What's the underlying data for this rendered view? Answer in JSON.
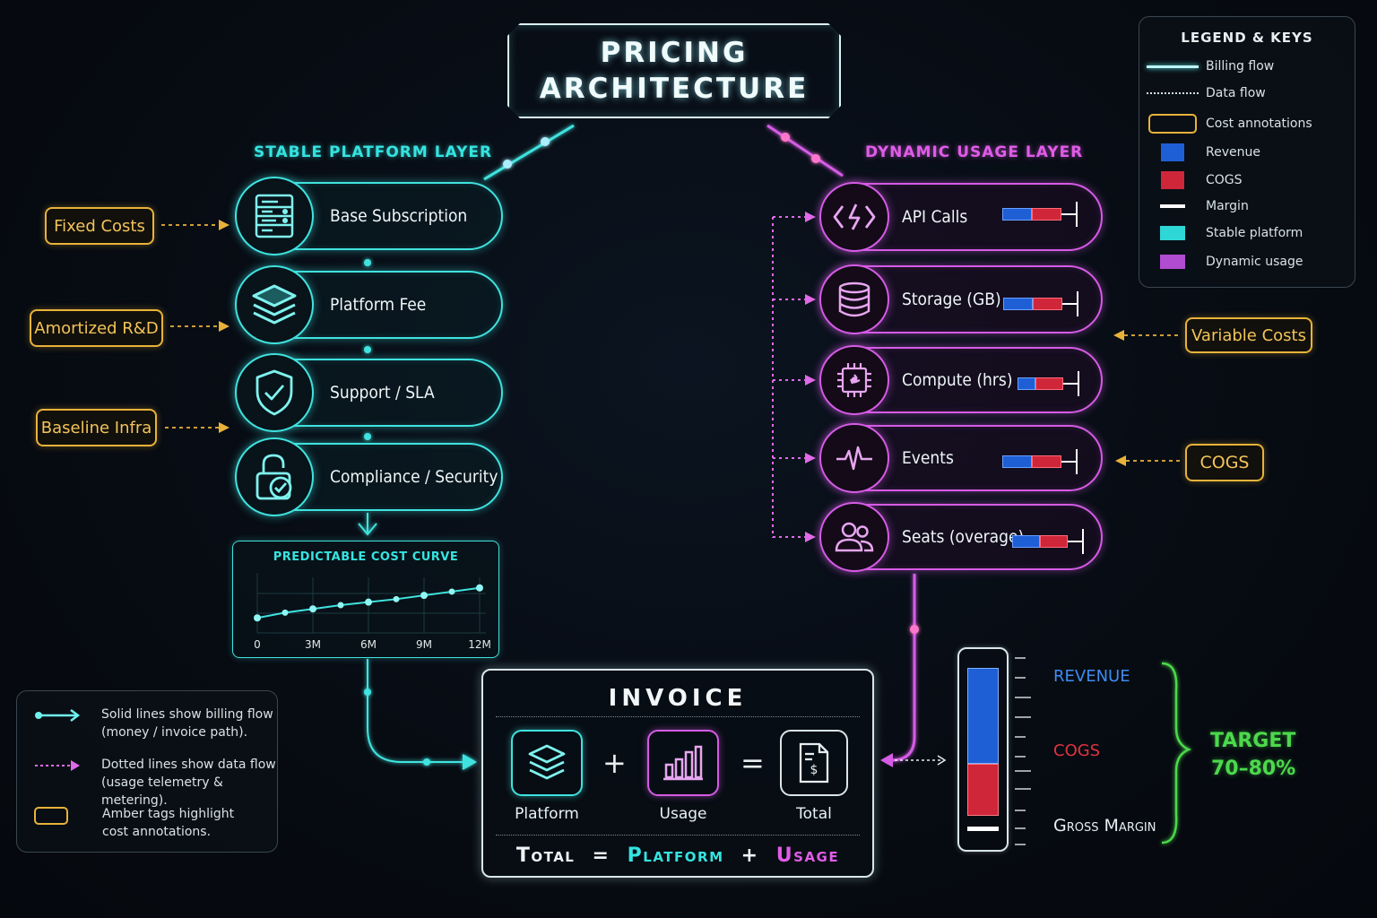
{
  "title": {
    "line1": "PRICING",
    "line2": "ARCHITECTURE"
  },
  "stable_layer": {
    "title": "STABLE PLATFORM LAYER",
    "items": [
      {
        "label": "Base Subscription",
        "icon": "server-icon"
      },
      {
        "label": "Platform Fee",
        "icon": "layers-icon"
      },
      {
        "label": "Support / SLA",
        "icon": "shield-check-icon"
      },
      {
        "label": "Compliance / Security",
        "icon": "lock-check-icon"
      }
    ],
    "cost_tags": [
      "Fixed Costs",
      "Amortized R&D",
      "Baseline Infra"
    ]
  },
  "dynamic_layer": {
    "title": "DYNAMIC USAGE LAYER",
    "items": [
      {
        "label": "API Calls",
        "icon": "code-bolt-icon"
      },
      {
        "label": "Storage (GB)",
        "icon": "database-icon"
      },
      {
        "label": "Compute (hrs)",
        "icon": "cpu-icon"
      },
      {
        "label": "Events",
        "icon": "pulse-icon"
      },
      {
        "label": "Seats (overage)",
        "icon": "users-icon"
      }
    ],
    "cost_tags": [
      "Variable Costs",
      "COGS"
    ]
  },
  "cost_curve": {
    "title": "PREDICTABLE COST CURVE",
    "chart_data": {
      "type": "line",
      "categories": [
        "0",
        "3M",
        "6M",
        "9M",
        "12M"
      ],
      "x": [
        0,
        1.5,
        3,
        4.5,
        6,
        7.5,
        9,
        10.5,
        12
      ],
      "values": [
        1,
        1.35,
        1.6,
        1.85,
        2.05,
        2.25,
        2.5,
        2.75,
        3.0
      ],
      "ylim": [
        0,
        4
      ]
    }
  },
  "invoice": {
    "title": "INVOICE",
    "platform_label": "Platform",
    "usage_label": "Usage",
    "total_label": "Total",
    "plus": "+",
    "equals": "=",
    "formula": {
      "total": "Total",
      "eq": "=",
      "platform": "Platform",
      "plus": "+",
      "usage": "Usage"
    }
  },
  "margin_bar": {
    "revenue_label": "REVENUE",
    "cogs_label": "COGS",
    "margin_label": "Gross Margin",
    "target_label": "TARGET",
    "target_value": "70–80%"
  },
  "legend": {
    "title": "LEGEND & KEYS",
    "items": [
      {
        "label": "Billing flow",
        "key": "solid-line"
      },
      {
        "label": "Data flow",
        "key": "dotted-line"
      },
      {
        "label": "Cost annotations",
        "key": "amber-box"
      },
      {
        "label": "Revenue",
        "key": "swatch",
        "color": "#1f5fd6"
      },
      {
        "label": "COGS",
        "key": "swatch",
        "color": "#d0263a"
      },
      {
        "label": "Margin",
        "key": "white-line"
      },
      {
        "label": "Stable platform",
        "key": "swatch",
        "color": "#2fd6d6"
      },
      {
        "label": "Dynamic usage",
        "key": "swatch",
        "color": "#b04cd0"
      }
    ]
  },
  "notes": [
    {
      "line1": "Solid lines show billing flow",
      "line2": "(money / invoice path)."
    },
    {
      "line1": "Dotted lines show data flow",
      "line2": "(usage telemetry & metering)."
    },
    {
      "line1": "Amber tags highlight",
      "line2": "cost annotations."
    }
  ],
  "colors": {
    "cyan": "#3fe3df",
    "magenta": "#d65be6",
    "amber": "#e8b23a",
    "revenue": "#1f5fd6",
    "cogs": "#d0263a",
    "target": "#4cd94c"
  }
}
